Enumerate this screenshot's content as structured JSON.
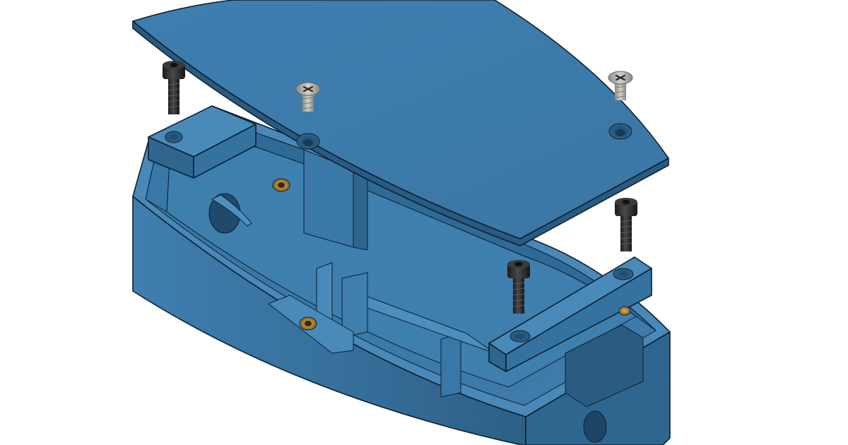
{
  "scene": {
    "background": "#ffffff",
    "colors": {
      "body": "#3b78a6",
      "body_light": "#4d8ab8",
      "body_dark": "#2c5f86",
      "body_shadow": "#234e70",
      "edge": "#0b2133",
      "socket_screw": "#2a2a2a",
      "flat_screw": "#b5b3ad",
      "insert_brass": "#b8872e"
    },
    "parts": [
      "lid",
      "enclosure-base",
      "left-mounting-bracket",
      "right-mounting-bracket",
      "socket-head-screw",
      "flat-head-screw",
      "threaded-insert"
    ]
  }
}
